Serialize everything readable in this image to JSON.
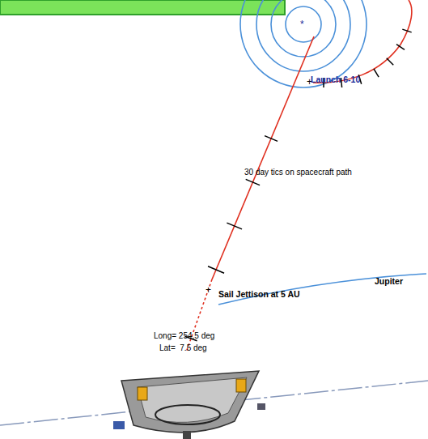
{
  "diagram": {
    "labels": [
      "Launch 6-10",
      "30 day tics on spacecraft path",
      "Sail Jettison at 5 AU",
      "Jupiter",
      "Long= 254.5 deg",
      "Lat=  7.5 deg"
    ]
  }
}
